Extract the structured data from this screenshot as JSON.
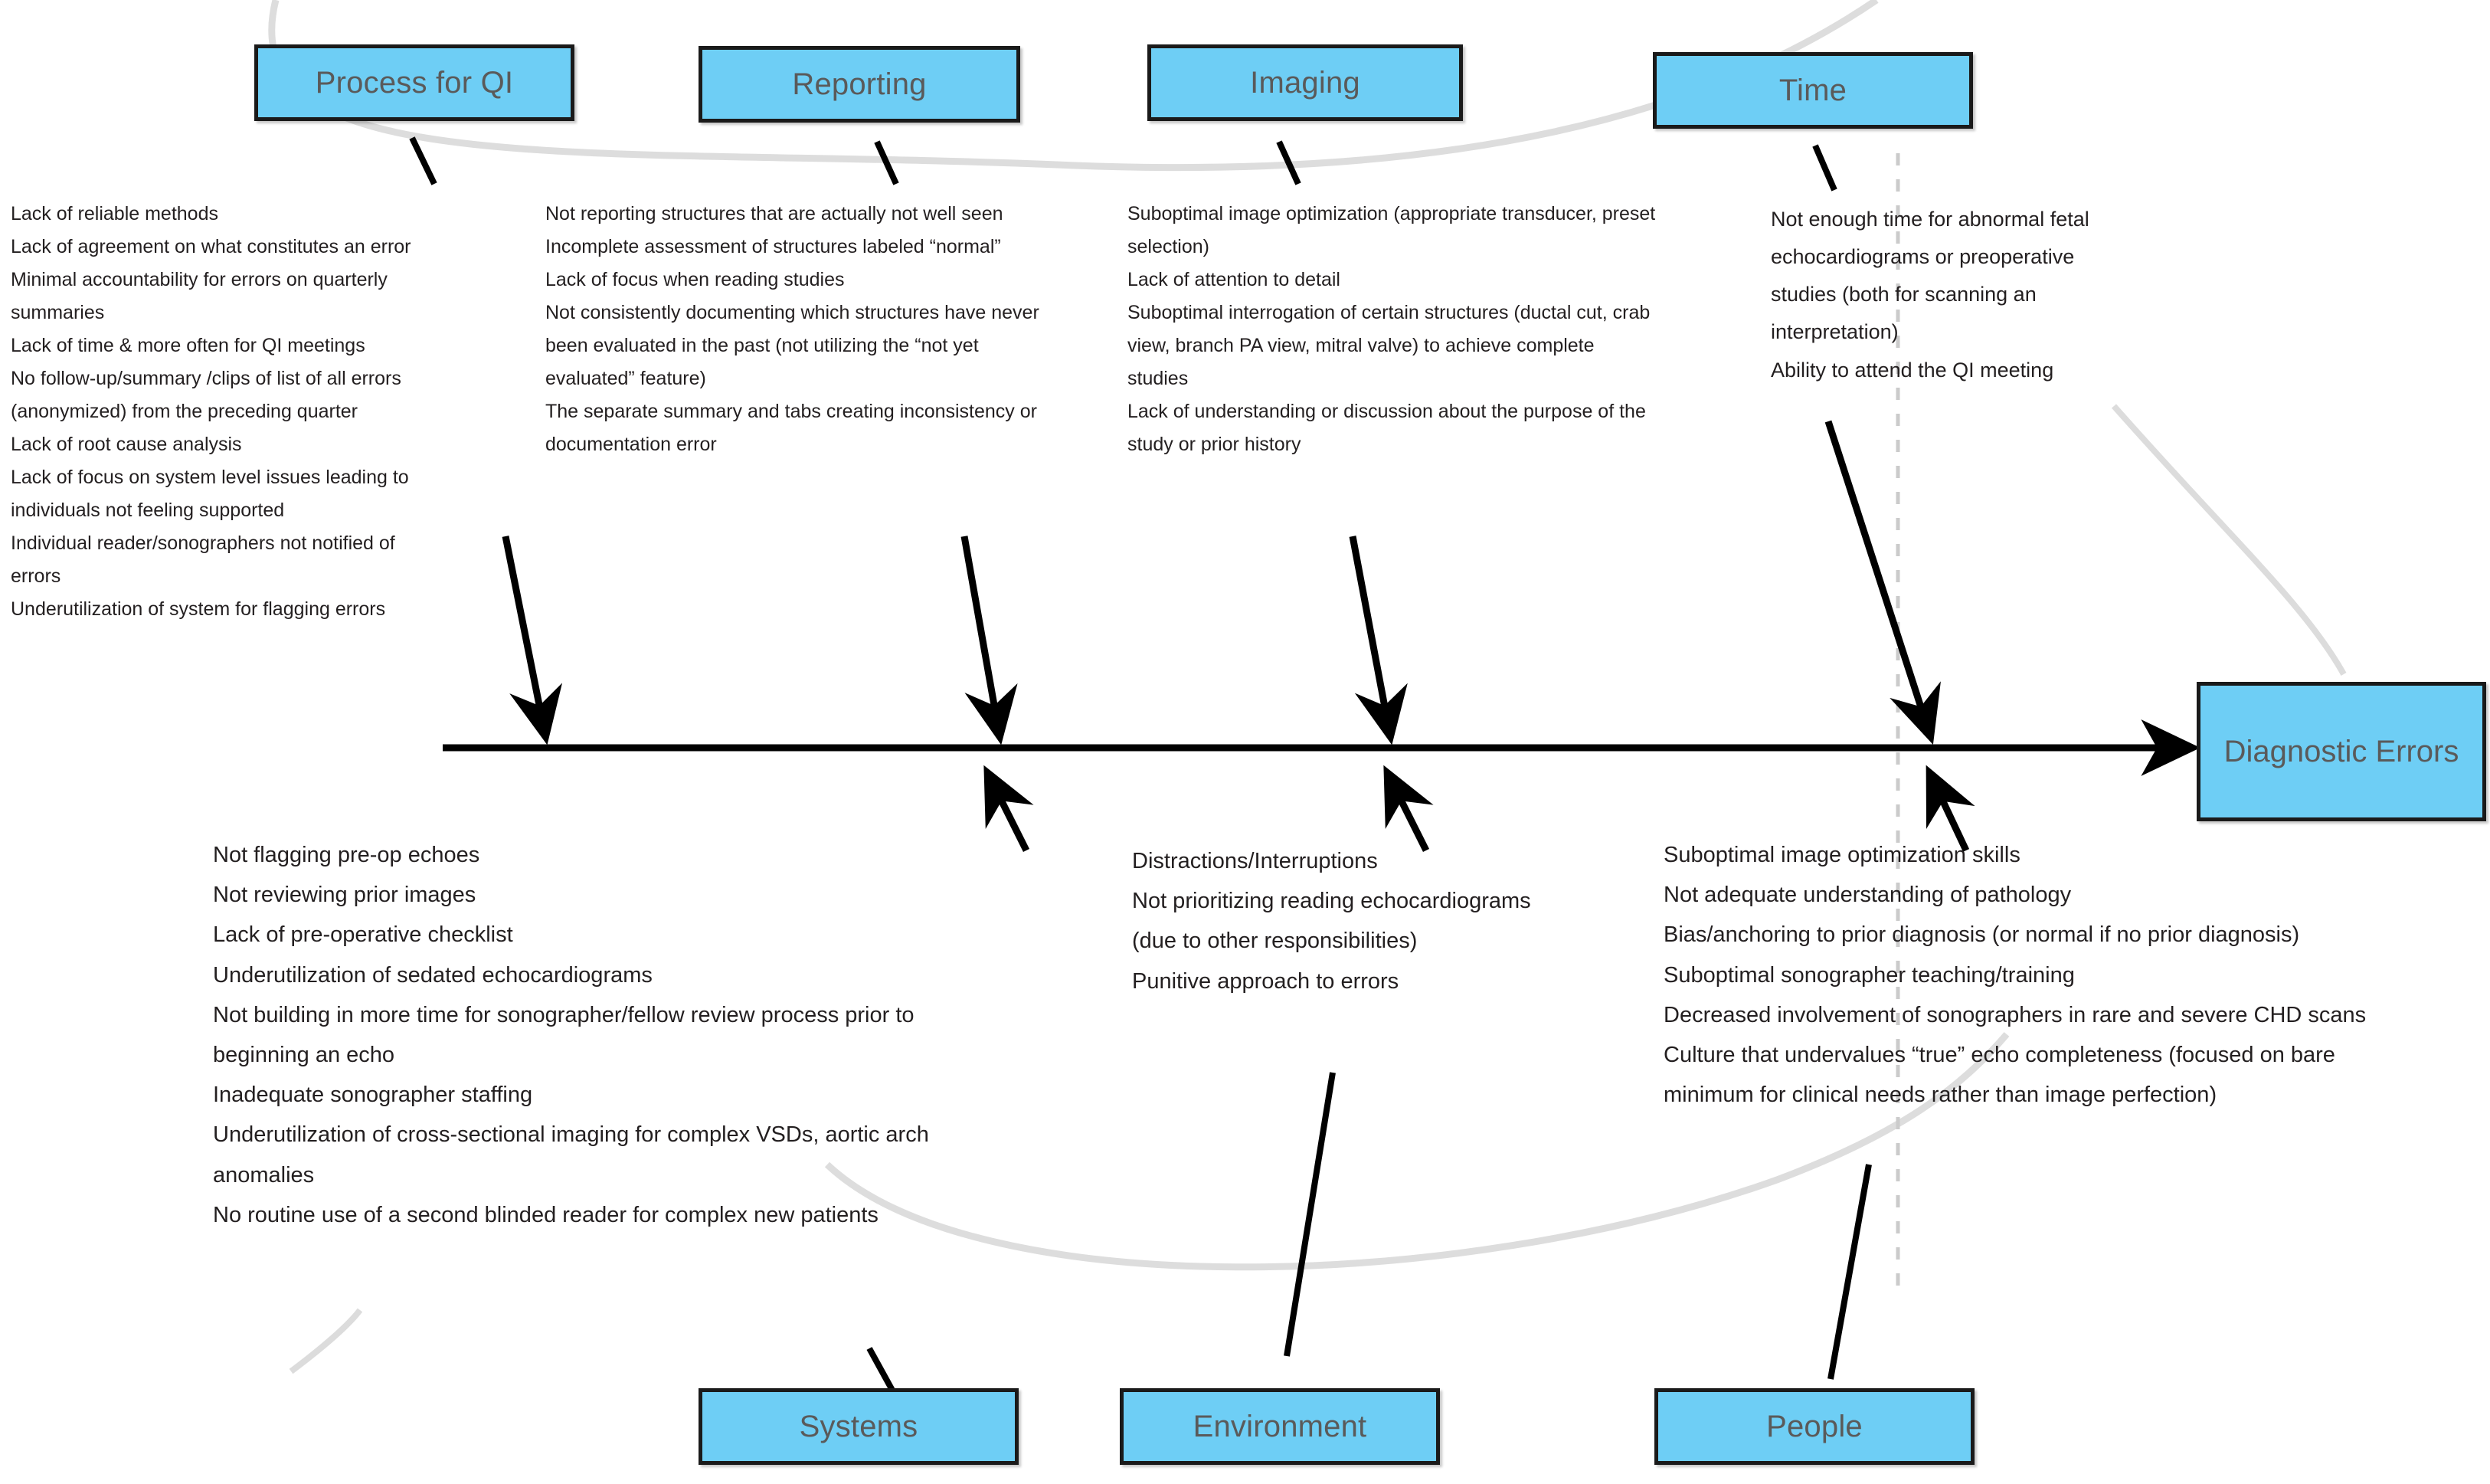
{
  "diagram": {
    "type": "fishbone-cause-and-effect",
    "effect": {
      "label": "Diagnostic Errors"
    },
    "colors": {
      "box_fill": "#6ECEF5",
      "box_border": "#1a1a1a",
      "text": "#231f20",
      "box_label_text": "#5a5a5a",
      "spine": "#000000",
      "guide_arc": "#d8d8d8",
      "dashed_divider": "#cccccc"
    },
    "categories": [
      {
        "id": "process-for-qi",
        "label": "Process for QI",
        "side": "top",
        "causes": [
          "Lack of reliable methods",
          "Lack of agreement on what constitutes an error",
          "Minimal accountability for errors on quarterly",
          "summaries",
          "Lack of  time & more often for QI meetings",
          "No follow-up/summary /clips of list of all errors",
          "(anonymized) from the preceding quarter",
          "Lack of root cause analysis",
          "Lack of focus on system level issues leading to",
          "individuals not feeling supported",
          "Individual reader/sonographers not notified of",
          "errors",
          "Underutilization of system for flagging errors"
        ]
      },
      {
        "id": "reporting",
        "label": "Reporting",
        "side": "top",
        "causes": [
          "Not reporting structures that are actually not well seen",
          "Incomplete assessment of structures labeled “normal”",
          "Lack of focus when reading studies",
          "Not consistently documenting which structures have never",
          "been evaluated in the past (not utilizing the “not yet",
          "evaluated” feature)",
          "The separate summary and tabs creating inconsistency or",
          "documentation error"
        ]
      },
      {
        "id": "imaging",
        "label": "Imaging",
        "side": "top",
        "causes": [
          "Suboptimal image optimization (appropriate transducer, preset",
          "selection)",
          "Lack of attention to detail",
          "Suboptimal interrogation of certain structures (ductal cut, crab",
          "view, branch PA view, mitral valve)  to achieve complete",
          "studies",
          "Lack of understanding or discussion about the purpose of the",
          "study or prior history"
        ]
      },
      {
        "id": "time",
        "label": "Time",
        "side": "top",
        "causes": [
          "Not enough time for abnormal fetal",
          "echocardiograms or preoperative",
          "studies (both for scanning an",
          "interpretation)",
          "Ability to attend the QI meeting"
        ]
      },
      {
        "id": "systems",
        "label": "Systems",
        "side": "bottom",
        "causes": [
          "Not flagging pre-op echoes",
          "Not reviewing prior images",
          "Lack of pre-operative checklist",
          "Underutilization of sedated echocardiograms",
          "Not building in more time for sonographer/fellow review process prior to",
          "beginning an echo",
          "Inadequate sonographer staffing",
          "Underutilization of cross-sectional imaging for complex VSDs, aortic arch",
          "anomalies",
          "No routine use of a second blinded reader for complex new patients"
        ]
      },
      {
        "id": "environment",
        "label": "Environment",
        "side": "bottom",
        "causes": [
          "Distractions/Interruptions",
          "Not prioritizing reading echocardiograms",
          "(due to other responsibilities)",
          "Punitive approach to errors"
        ]
      },
      {
        "id": "people",
        "label": "People",
        "side": "bottom",
        "causes": [
          "Suboptimal image optimization skills",
          "Not adequate understanding of pathology",
          "Bias/anchoring to prior diagnosis (or normal if no prior diagnosis)",
          "Suboptimal sonographer teaching/training",
          "Decreased involvement of sonographers in rare and severe CHD scans",
          "Culture that undervalues “true” echo completeness (focused on bare",
          "minimum for clinical needs rather than image perfection)"
        ]
      }
    ]
  }
}
